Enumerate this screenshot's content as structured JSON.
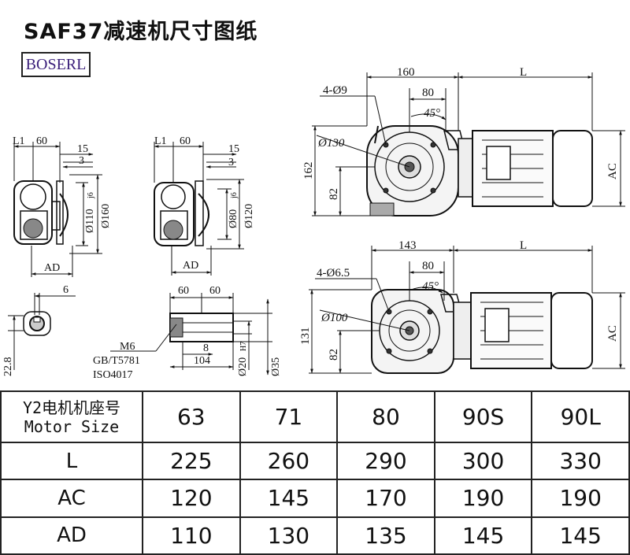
{
  "title": "SAF37减速机尺寸图纸",
  "logo": "BOSERL",
  "drawing": {
    "left_view_1": {
      "l1": "L1",
      "d60": "60",
      "d15": "15",
      "d3": "3",
      "d110": "Ø110",
      "fit110": "j6",
      "d160": "Ø160",
      "ad": "AD"
    },
    "left_view_2": {
      "l1": "L1",
      "d60": "60",
      "d15": "15",
      "d3": "3",
      "d80": "Ø80",
      "fit80": "j6",
      "d120": "Ø120",
      "ad": "AD"
    },
    "key_view": {
      "d6": "6",
      "d22_8": "22.8"
    },
    "shaft_view": {
      "d60a": "60",
      "d60b": "60",
      "m6": "M6",
      "gb": "GB/T5781",
      "iso": "ISO4017",
      "d8": "8",
      "d104": "104",
      "d20": "Ø20",
      "fit20": "H7",
      "d35": "Ø35"
    },
    "top_view": {
      "d160": "160",
      "l": "L",
      "holes": "4-Ø9",
      "d80": "80",
      "angle": "45°",
      "d130": "Ø130",
      "d162": "162",
      "d82": "82",
      "ac": "AC"
    },
    "bottom_view": {
      "d143": "143",
      "l": "L",
      "holes": "4-Ø6.5",
      "d80": "80",
      "angle": "45°",
      "d100": "Ø100",
      "d131": "131",
      "d82": "82",
      "ac": "AC"
    }
  },
  "table": {
    "header": {
      "label_cn": "Y2电机机座号",
      "label_en": "Motor Size",
      "sizes": [
        "63",
        "71",
        "80",
        "90S",
        "90L"
      ]
    },
    "rows": [
      {
        "label": "L",
        "values": [
          "225",
          "260",
          "290",
          "300",
          "330"
        ]
      },
      {
        "label": "AC",
        "values": [
          "120",
          "145",
          "170",
          "190",
          "190"
        ]
      },
      {
        "label": "AD",
        "values": [
          "110",
          "130",
          "135",
          "145",
          "145"
        ]
      }
    ]
  }
}
